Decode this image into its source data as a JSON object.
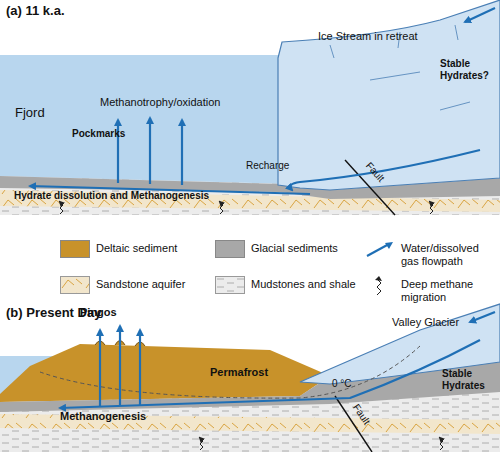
{
  "diagram": {
    "labels": [
      "(a) 11 k.a.",
      "Ice Stream in retreat",
      "Fjord",
      "Methanotrophy/oxidation",
      "Pockmarks",
      "Stable Hydrates?",
      "Recharge",
      "Hydrate dissolution and Methanogenesis",
      "Fault",
      "(b) Present Day",
      "Valley Glacier",
      "Pingos",
      "Stable Hydrates",
      "Permafrost",
      "0 °C",
      "Methanogenesis",
      "Fault"
    ],
    "legend": [
      {
        "text": "Deltaic sediment",
        "color": "#c8922a"
      },
      {
        "text": "Glacial sediments",
        "color": "#a8a8a8"
      },
      {
        "text": "Water/dissolved gas flowpath"
      },
      {
        "text": "Sandstone aquifer"
      },
      {
        "text": "Mudstones and shale"
      },
      {
        "text": "Deep methane migration"
      }
    ]
  }
}
